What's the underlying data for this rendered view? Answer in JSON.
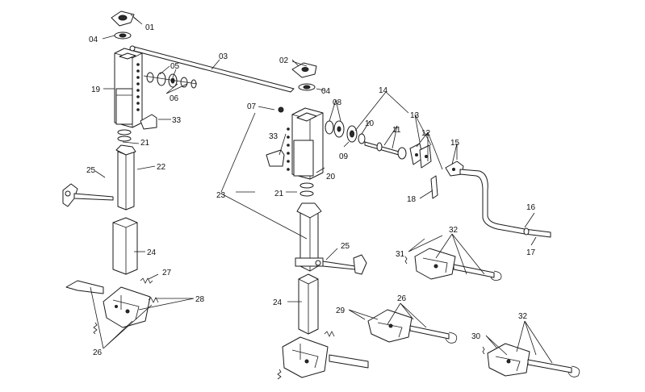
{
  "callouts": {
    "c01": "01",
    "c02": "02",
    "c03": "03",
    "c04a": "04",
    "c04b": "04",
    "c05": "05",
    "c06": "06",
    "c07": "07",
    "c08": "08",
    "c09": "09",
    "c10": "10",
    "c11": "11",
    "c12": "12",
    "c13": "13",
    "c14": "14",
    "c15": "15",
    "c16": "16",
    "c17": "17",
    "c18": "18",
    "c19": "19",
    "c20": "20",
    "c21a": "21",
    "c21b": "21",
    "c22": "22",
    "c23": "23",
    "c24a": "24",
    "c24b": "24",
    "c25a": "25",
    "c25b": "25",
    "c26a": "26",
    "c26b": "26",
    "c27": "27",
    "c28": "28",
    "c29": "29",
    "c30": "30",
    "c31": "31",
    "c32a": "32",
    "c32b": "32",
    "c33a": "33",
    "c33b": "33"
  }
}
